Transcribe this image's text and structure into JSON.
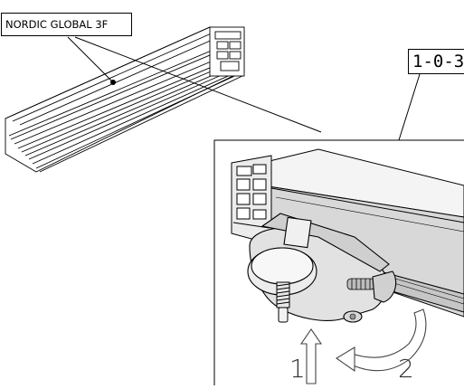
{
  "labels": {
    "product": "NORDIC GLOBAL 3F",
    "detail_ref": "1-0-3"
  },
  "steps": {
    "first": "1",
    "second": "2"
  },
  "icons": {
    "push_arrow": "up-arrow-icon",
    "rotate_arrow": "curved-arrow-icon"
  },
  "colors": {
    "line": "#000000",
    "shade": "#cfcfcf",
    "shade_light": "#ececec"
  }
}
